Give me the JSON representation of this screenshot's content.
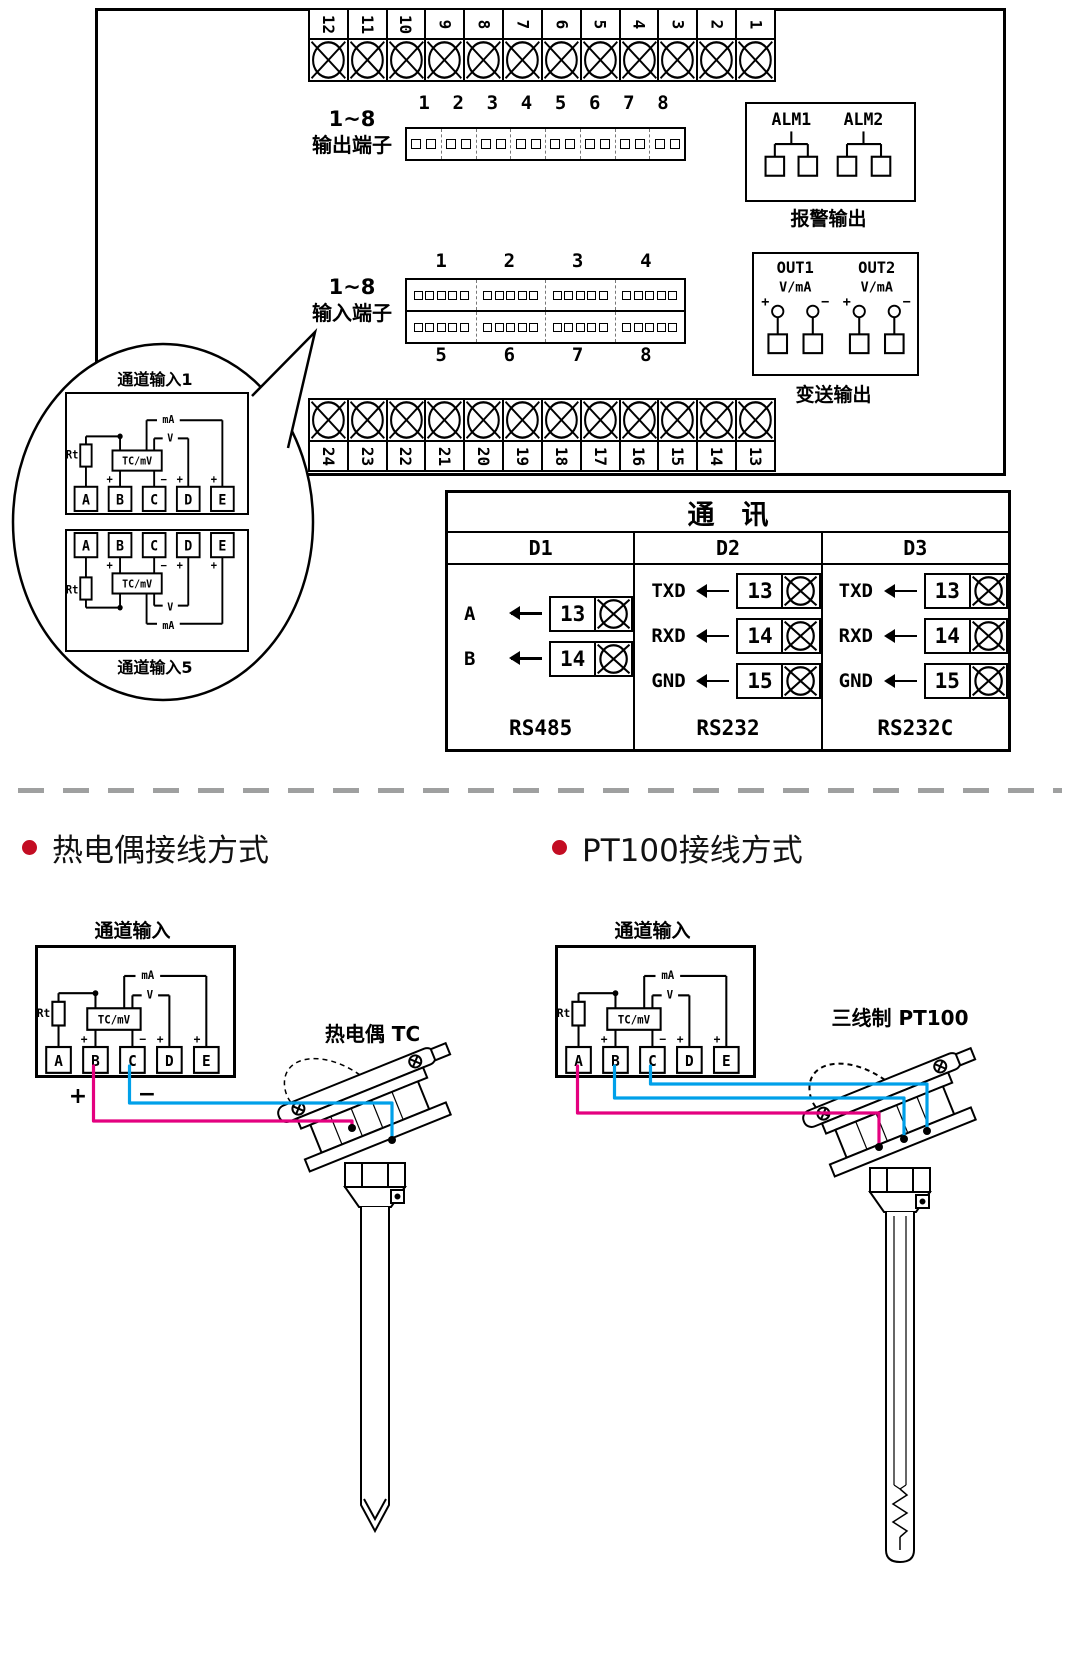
{
  "panel": {
    "top_terminal_numbers": [
      "12",
      "11",
      "10",
      "9",
      "8",
      "7",
      "6",
      "5",
      "4",
      "3",
      "2",
      "1"
    ],
    "bottom_terminal_numbers": [
      "24",
      "23",
      "22",
      "21",
      "20",
      "19",
      "18",
      "17",
      "16",
      "15",
      "14",
      "13"
    ],
    "output_block": {
      "label_line1": "1~8",
      "label_line2": "输出端子",
      "numbers": [
        "1",
        "2",
        "3",
        "4",
        "5",
        "6",
        "7",
        "8"
      ]
    },
    "alarm_block": {
      "alm1": "ALM1",
      "alm2": "ALM2",
      "caption": "报警输出"
    },
    "input_block": {
      "label_line1": "1~8",
      "label_line2": "输入端子",
      "numbers_top": [
        "1",
        "2",
        "3",
        "4"
      ],
      "numbers_bottom": [
        "5",
        "6",
        "7",
        "8"
      ]
    },
    "transmit_block": {
      "out1": "OUT1",
      "out2": "OUT2",
      "vma": "V/mA",
      "plus": "+",
      "minus": "−",
      "caption": "变送输出"
    }
  },
  "channel_detail": {
    "rt": "Rt",
    "tcmv": "TC/mV",
    "v": "V",
    "ma": "mA",
    "plus": "+",
    "minus": "−",
    "terminals": [
      "A",
      "B",
      "C",
      "D",
      "E"
    ]
  },
  "balloon": {
    "ch1_label": "通道输入1",
    "ch5_label": "通道输入5"
  },
  "comm": {
    "title": "通　讯",
    "columns": [
      {
        "name": "D1",
        "rows": [
          {
            "signal": "A",
            "num": "13"
          },
          {
            "signal": "B",
            "num": "14"
          }
        ],
        "standard": "RS485"
      },
      {
        "name": "D2",
        "rows": [
          {
            "signal": "TXD",
            "num": "13"
          },
          {
            "signal": "RXD",
            "num": "14"
          },
          {
            "signal": "GND",
            "num": "15"
          }
        ],
        "standard": "RS232"
      },
      {
        "name": "D3",
        "rows": [
          {
            "signal": "TXD",
            "num": "13"
          },
          {
            "signal": "RXD",
            "num": "14"
          },
          {
            "signal": "GND",
            "num": "15"
          }
        ],
        "standard": "RS232C"
      }
    ]
  },
  "sections": {
    "tc": {
      "title": "热电偶接线方式",
      "box_label": "通道输入",
      "probe_label": "热电偶 TC",
      "wire_plus": "+",
      "wire_minus": "−"
    },
    "pt100": {
      "title": "PT100接线方式",
      "box_label": "通道输入",
      "probe_label": "三线制 PT100"
    }
  },
  "colors": {
    "wire_pink": "#e4007f",
    "wire_blue": "#00a0e9",
    "bullet_red": "#c30d23",
    "divider_gray": "#9fa0a0",
    "line_black": "#000000"
  }
}
